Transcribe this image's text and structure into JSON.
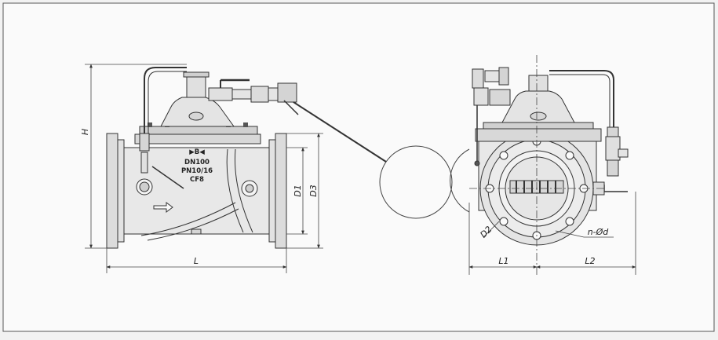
{
  "front_view": {
    "marking": {
      "flow_symbol": "▶B◀",
      "size": "DN100",
      "pressure": "PN10/16",
      "material": "CF8"
    },
    "dimensions": {
      "height": "H",
      "length": "L",
      "diameter_1": "D1",
      "diameter_3": "D3"
    }
  },
  "side_view": {
    "dimensions": {
      "bolt_circle": "D2",
      "bolt_holes": "n-Ød",
      "left_length": "L1",
      "right_length": "L2"
    }
  }
}
